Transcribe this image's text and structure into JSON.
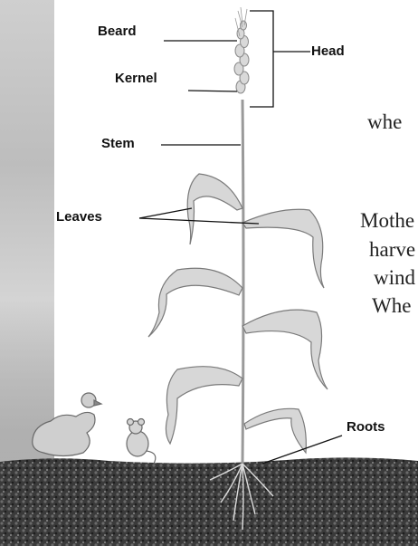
{
  "labels": {
    "beard": "Beard",
    "kernel": "Kernel",
    "head": "Head",
    "stem": "Stem",
    "leaves": "Leaves",
    "roots": "Roots"
  },
  "side_text": {
    "line1": "whe",
    "line2": "Mothe",
    "line3": "harve",
    "line4": "wind",
    "line5": "Whe"
  },
  "colors": {
    "soil": "#2e2e2e",
    "stem": "#9a9a9a",
    "leaf_fill": "#d7d7d7",
    "leaf_stroke": "#7a7a7a",
    "line": "#111111"
  }
}
